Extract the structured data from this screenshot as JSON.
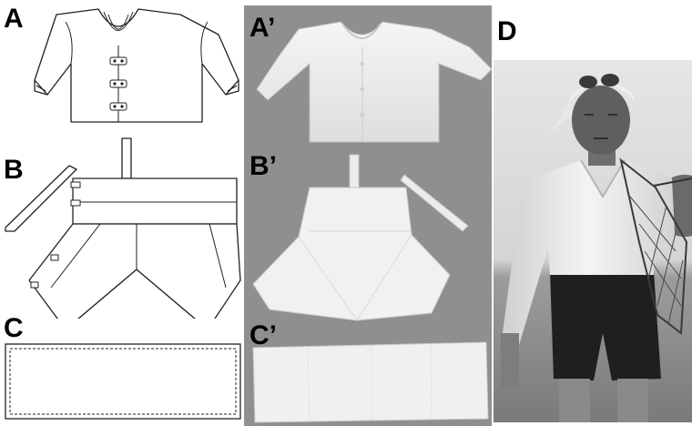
{
  "labels": {
    "a": "A",
    "a_prime": "A’",
    "b": "B",
    "b_prime": "B’",
    "c": "C",
    "c_prime": "C’",
    "d": "D"
  },
  "colors": {
    "drawing_line": "#222222",
    "photo_background": "#8f8f8f",
    "fabric_white": "#f2f2f2",
    "fabric_shadow": "#d8d8d8",
    "photo_d_sky": "#dedede",
    "photo_d_sea": "#9a9a9a"
  },
  "panels": [
    {
      "name": "drawing-jacket",
      "content": "line drawing of long-sleeved jacket with toggle fasteners"
    },
    {
      "name": "drawing-trousers",
      "content": "line drawing of bottom garment with strap and ties"
    },
    {
      "name": "drawing-band",
      "content": "line drawing of rectangular band"
    },
    {
      "name": "photo-jacket",
      "content": "photo of white jacket"
    },
    {
      "name": "photo-trousers",
      "content": "photo of white bottom garment"
    },
    {
      "name": "photo-band",
      "content": "photo of white cloth band"
    },
    {
      "name": "photo-diver",
      "content": "black and white photo of woman diver with net and float"
    }
  ]
}
